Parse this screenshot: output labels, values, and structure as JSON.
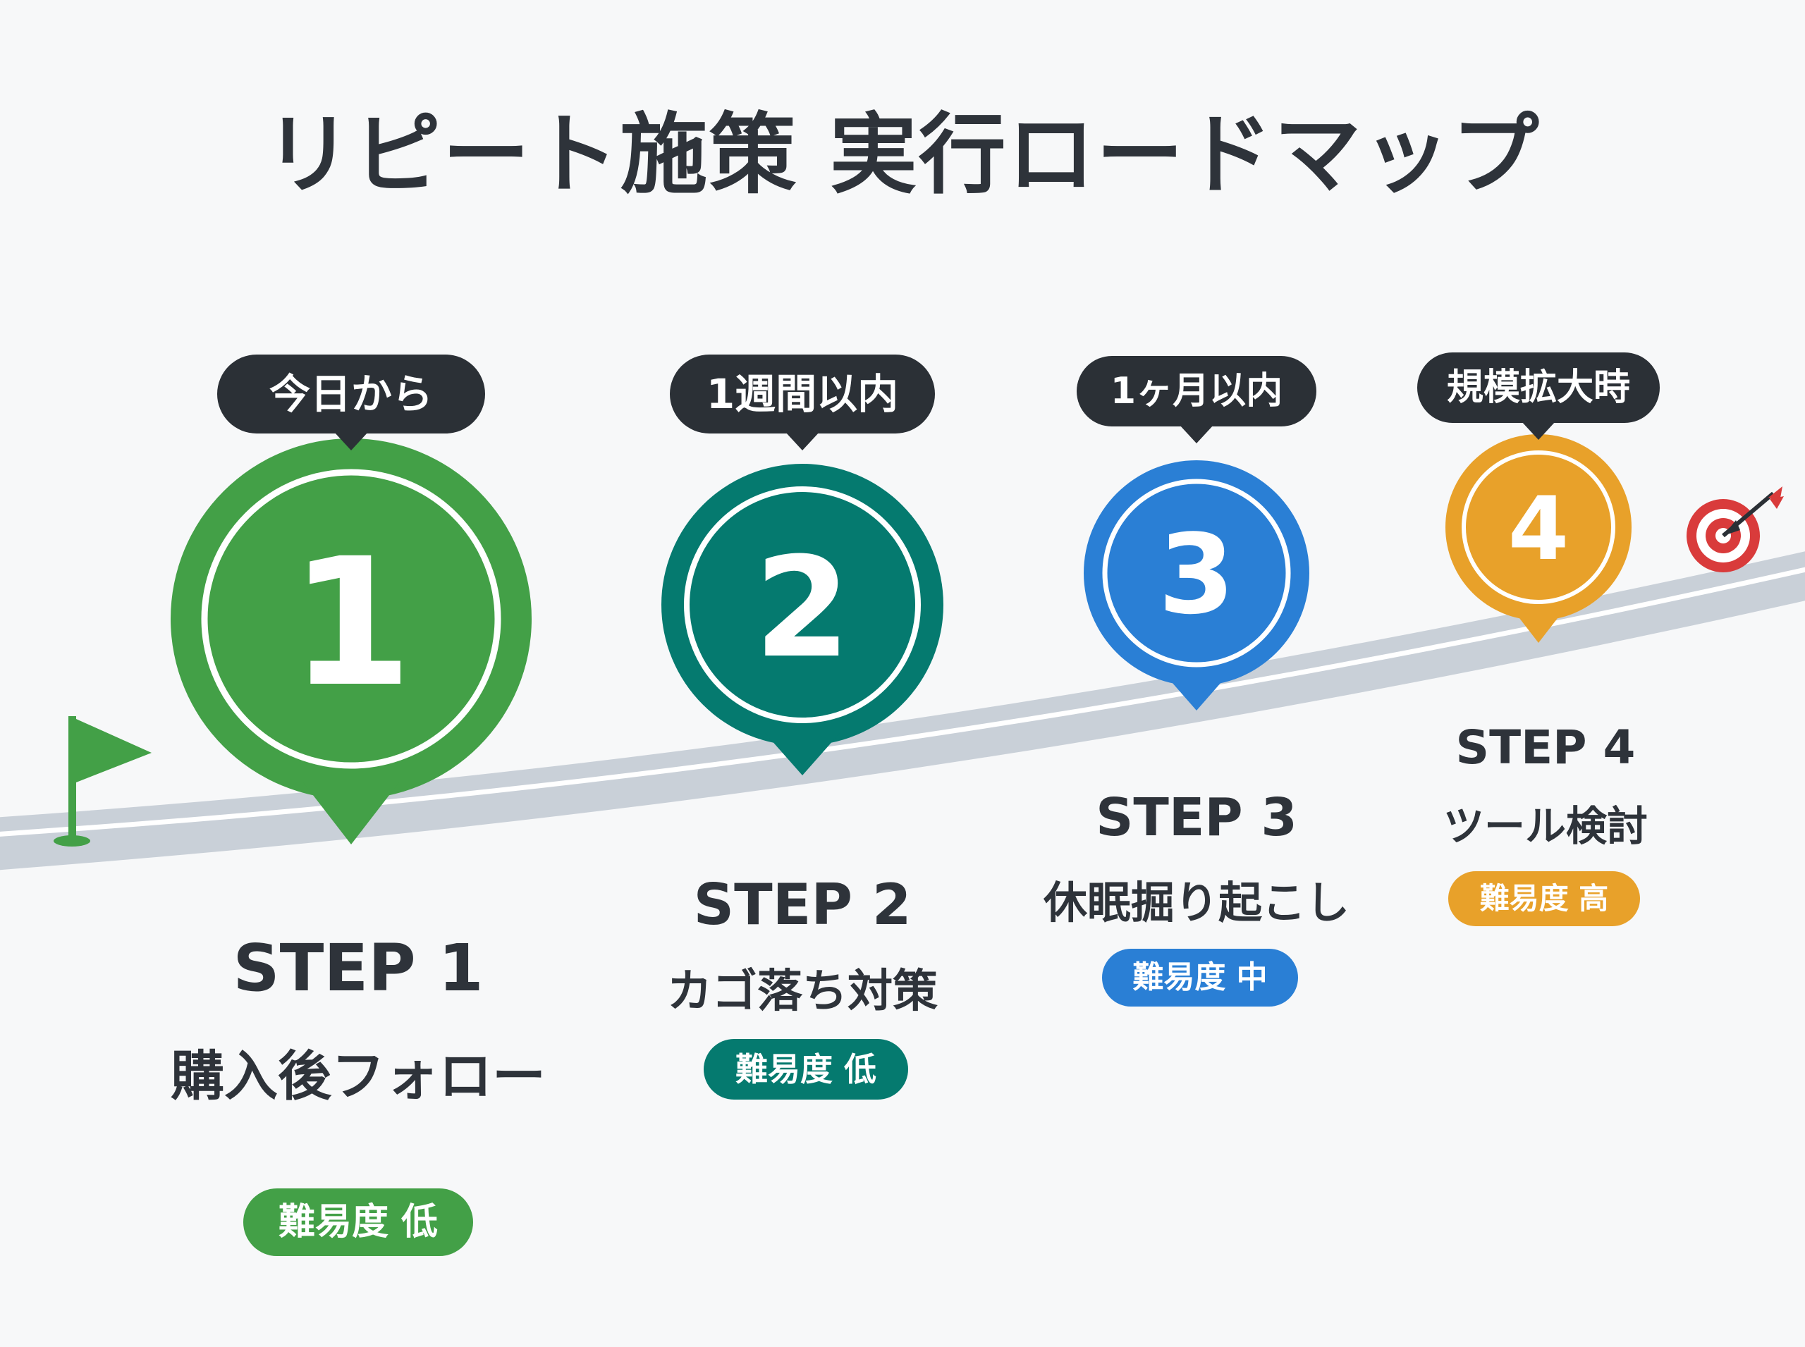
{
  "title": "リピート施策 実行ロードマップ",
  "colors": {
    "step1": "#43a047",
    "step2": "#057a6f",
    "step3": "#2a7fd5",
    "step4": "#e8a12a",
    "road": "#c9d0d8",
    "dark": "#2b3036",
    "target_red": "#d93b3b"
  },
  "icons": {
    "start": "flag-icon",
    "goal": "target-icon"
  },
  "steps": [
    {
      "number": "1",
      "timing": "今日から",
      "step_label": "STEP 1",
      "task": "購入後フォロー",
      "difficulty": "難易度 低"
    },
    {
      "number": "2",
      "timing": "1週間以内",
      "step_label": "STEP 2",
      "task": "カゴ落ち対策",
      "difficulty": "難易度 低"
    },
    {
      "number": "3",
      "timing": "1ヶ月以内",
      "step_label": "STEP 3",
      "task": "休眠掘り起こし",
      "difficulty": "難易度 中"
    },
    {
      "number": "4",
      "timing": "規模拡大時",
      "step_label": "STEP 4",
      "task": "ツール検討",
      "difficulty": "難易度 高"
    }
  ]
}
